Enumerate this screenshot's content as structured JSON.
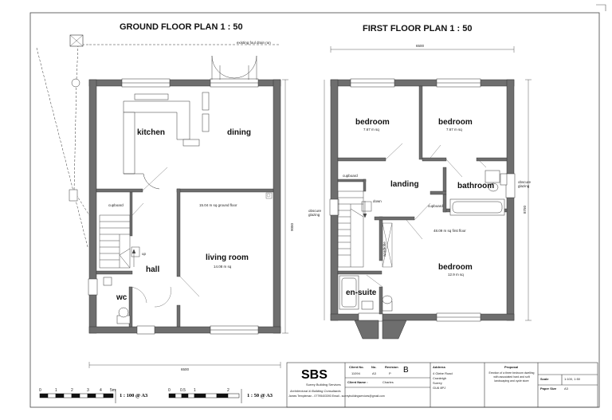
{
  "titles": {
    "ground": "GROUND FLOOR PLAN 1 : 50",
    "first": "FIRST FLOOR PLAN 1 : 50"
  },
  "ground": {
    "drain_note": "existing foul drain run",
    "kitchen": "kitchen",
    "dining": "dining",
    "cupboard": "cupboard",
    "hall": "hall",
    "up": "up",
    "wc": "wc",
    "living": "living room",
    "living_area": "14.08 m sq",
    "floor_area": "15.04 m sq ground floor",
    "dim_height": "9050",
    "dim_width": "6500"
  },
  "first": {
    "bedroom1": "bedroom",
    "bedroom1_area": "7.67 m sq",
    "bedroom2": "bedroom",
    "bedroom2_area": "7.67 m sq",
    "cupboard_left": "cupboard",
    "landing": "landing",
    "bathroom": "bathroom",
    "obscure_right": "obscure glazing",
    "obscure_left": "obscure glazing",
    "down": "down",
    "cupboard_mid": "cupboard",
    "floor_area": "48.09 m sq first floor",
    "wardrobe": "wardrobe",
    "bedroom3": "bedroom",
    "bedroom3_area": "12.9 m sq",
    "ensuite": "en-suite",
    "dim_top": "6500",
    "dim_side": "8750"
  },
  "titleblock": {
    "logo": "SBS",
    "company": "Surrey Building Services",
    "subtitle": "Architectural & Building Consultants",
    "contact": "James Templeman - 07795403393  Email - surreybuildingservices@gmail.com",
    "client_no_label": "Client No.",
    "client_no": "11094",
    "no_label": "No.",
    "no": "A3",
    "revision_label": "Revision",
    "revision": "P",
    "revision_big": "B",
    "client_name_label": "Client Name :",
    "client_name": "Charles",
    "address_label": "Address",
    "address": [
      "4 Glebe Road",
      "Cranleigh",
      "Surrey",
      "GU6 8PJ"
    ],
    "proposal_label": "Proposal",
    "proposal": "Erection of a three bedroom dwelling with associated hard and soft landscaping and cycle store",
    "scale_label": "Scale",
    "scale": "1:100, 1:50",
    "paper_label": "Paper Size",
    "paper": "A3"
  },
  "scalebars": {
    "left_ticks": [
      "0",
      "1",
      "2",
      "3",
      "4",
      "5m"
    ],
    "left_text": "1 : 100 @ A3",
    "right_ticks": [
      "0",
      "0.5",
      "1",
      "2"
    ],
    "right_text": "1 : 50 @ A3"
  }
}
